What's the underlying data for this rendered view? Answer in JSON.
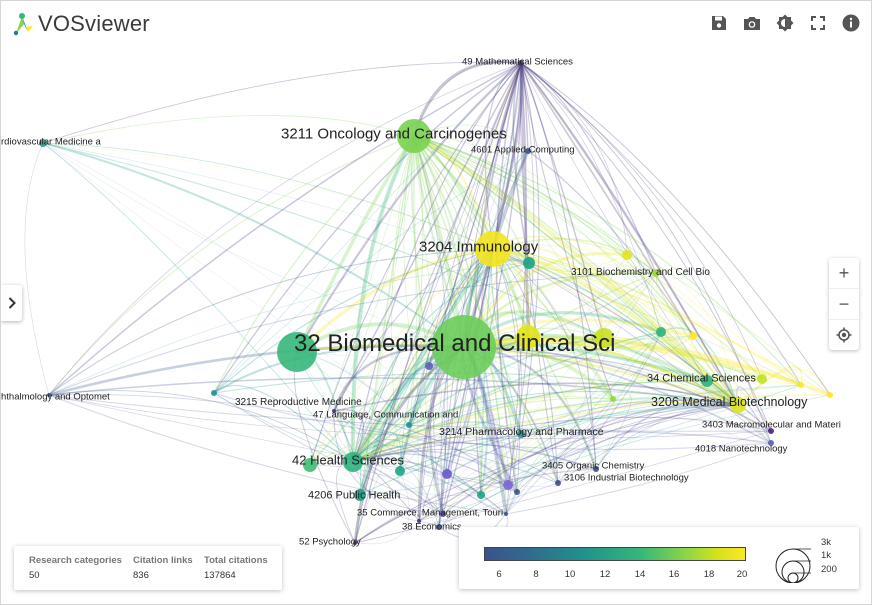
{
  "app": {
    "name": "VOSviewer"
  },
  "toolbar": {
    "icons": [
      "save-icon",
      "camera-icon",
      "brightness-icon",
      "fullscreen-icon",
      "info-icon"
    ]
  },
  "labels": [
    {
      "text": "49 Mathematical Sciences"
    },
    {
      "text": "3211 Oncology and Carcinogenes"
    },
    {
      "text": "rdiovascular Medicine a"
    },
    {
      "text": "4601 Applied Computing"
    },
    {
      "text": "3204 Immunology"
    },
    {
      "text": "3101 Biochemistry and Cell Bio"
    },
    {
      "text": "32 Biomedical and Clinical Sci"
    },
    {
      "text": "34 Chemical Sciences"
    },
    {
      "text": "hthalmology and Optomet"
    },
    {
      "text": "3215 Reproductive Medicine"
    },
    {
      "text": "3206 Medical Biotechnology"
    },
    {
      "text": "47 Language, Communication and"
    },
    {
      "text": "3403 Macromolecular and Materi"
    },
    {
      "text": "3214 Pharmacology and Pharmace"
    },
    {
      "text": "4018 Nanotechnology"
    },
    {
      "text": "42 Health Sciences"
    },
    {
      "text": "3405 Organic Chemistry"
    },
    {
      "text": "3106 Industrial Biotechnology"
    },
    {
      "text": "4206 Public Health"
    },
    {
      "text": "35 Commerce, Management, Touri"
    },
    {
      "text": "38 Economics"
    },
    {
      "text": "52 Psychology"
    }
  ],
  "stats": [
    {
      "label": "Research categories",
      "value": "50"
    },
    {
      "label": "Citation links",
      "value": "836"
    },
    {
      "label": "Total citations",
      "value": "137864"
    }
  ],
  "legend": {
    "color_ticks": [
      "6",
      "8",
      "10",
      "12",
      "14",
      "16",
      "18",
      "20"
    ],
    "size_labels": [
      "3k",
      "1k",
      "200"
    ],
    "colors": [
      "#3b528b",
      "#31688e",
      "#21918c",
      "#35b779",
      "#90d743",
      "#d8e219",
      "#fde725"
    ]
  },
  "zoom": {
    "in_label": "+",
    "out_label": "−"
  }
}
